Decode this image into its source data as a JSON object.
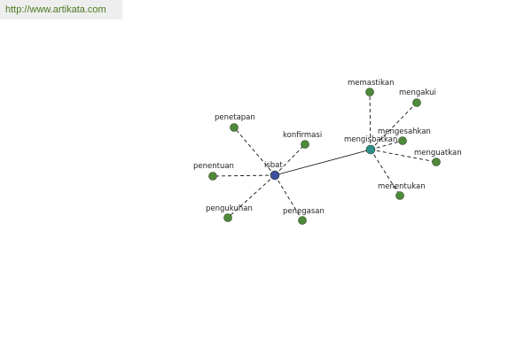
{
  "source": {
    "url_text": "http://www.artikata.com"
  },
  "colors": {
    "hub_primary": "#3b4ea0",
    "hub_secondary": "#2f8f8a",
    "leaf": "#4e8a3a",
    "node_stroke": "#2c3e20",
    "edge": "#111111",
    "link": "#4a7a1e"
  },
  "graph": {
    "nodes": [
      {
        "id": "isbat",
        "label": "isbat",
        "kind": "hub_primary"
      },
      {
        "id": "mengisbatkan",
        "label": "mengisbatkan",
        "kind": "hub_secondary"
      },
      {
        "id": "penetapan",
        "label": "penetapan",
        "kind": "leaf"
      },
      {
        "id": "konfirmasi",
        "label": "konfirmasi",
        "kind": "leaf"
      },
      {
        "id": "penentuan",
        "label": "penentuan",
        "kind": "leaf"
      },
      {
        "id": "pengukuhan",
        "label": "pengukuhan",
        "kind": "leaf"
      },
      {
        "id": "penegasan",
        "label": "penegasan",
        "kind": "leaf"
      },
      {
        "id": "memastikan",
        "label": "memastikan",
        "kind": "leaf"
      },
      {
        "id": "mengakui",
        "label": "mengakui",
        "kind": "leaf"
      },
      {
        "id": "mengesahkan",
        "label": "mengesahkan",
        "kind": "leaf"
      },
      {
        "id": "menguatkan",
        "label": "menguatkan",
        "kind": "leaf"
      },
      {
        "id": "menentukan",
        "label": "menentukan",
        "kind": "leaf"
      }
    ],
    "edges": [
      {
        "from": "isbat",
        "to": "mengisbatkan",
        "style": "solid"
      },
      {
        "from": "isbat",
        "to": "penetapan",
        "style": "dashed"
      },
      {
        "from": "isbat",
        "to": "konfirmasi",
        "style": "dashed"
      },
      {
        "from": "isbat",
        "to": "penentuan",
        "style": "dashed"
      },
      {
        "from": "isbat",
        "to": "pengukuhan",
        "style": "dashed"
      },
      {
        "from": "isbat",
        "to": "penegasan",
        "style": "dashed"
      },
      {
        "from": "mengisbatkan",
        "to": "memastikan",
        "style": "dashed"
      },
      {
        "from": "mengisbatkan",
        "to": "mengakui",
        "style": "dashed"
      },
      {
        "from": "mengisbatkan",
        "to": "mengesahkan",
        "style": "dashed"
      },
      {
        "from": "mengisbatkan",
        "to": "menguatkan",
        "style": "dashed"
      },
      {
        "from": "mengisbatkan",
        "to": "menentukan",
        "style": "dashed"
      }
    ]
  }
}
